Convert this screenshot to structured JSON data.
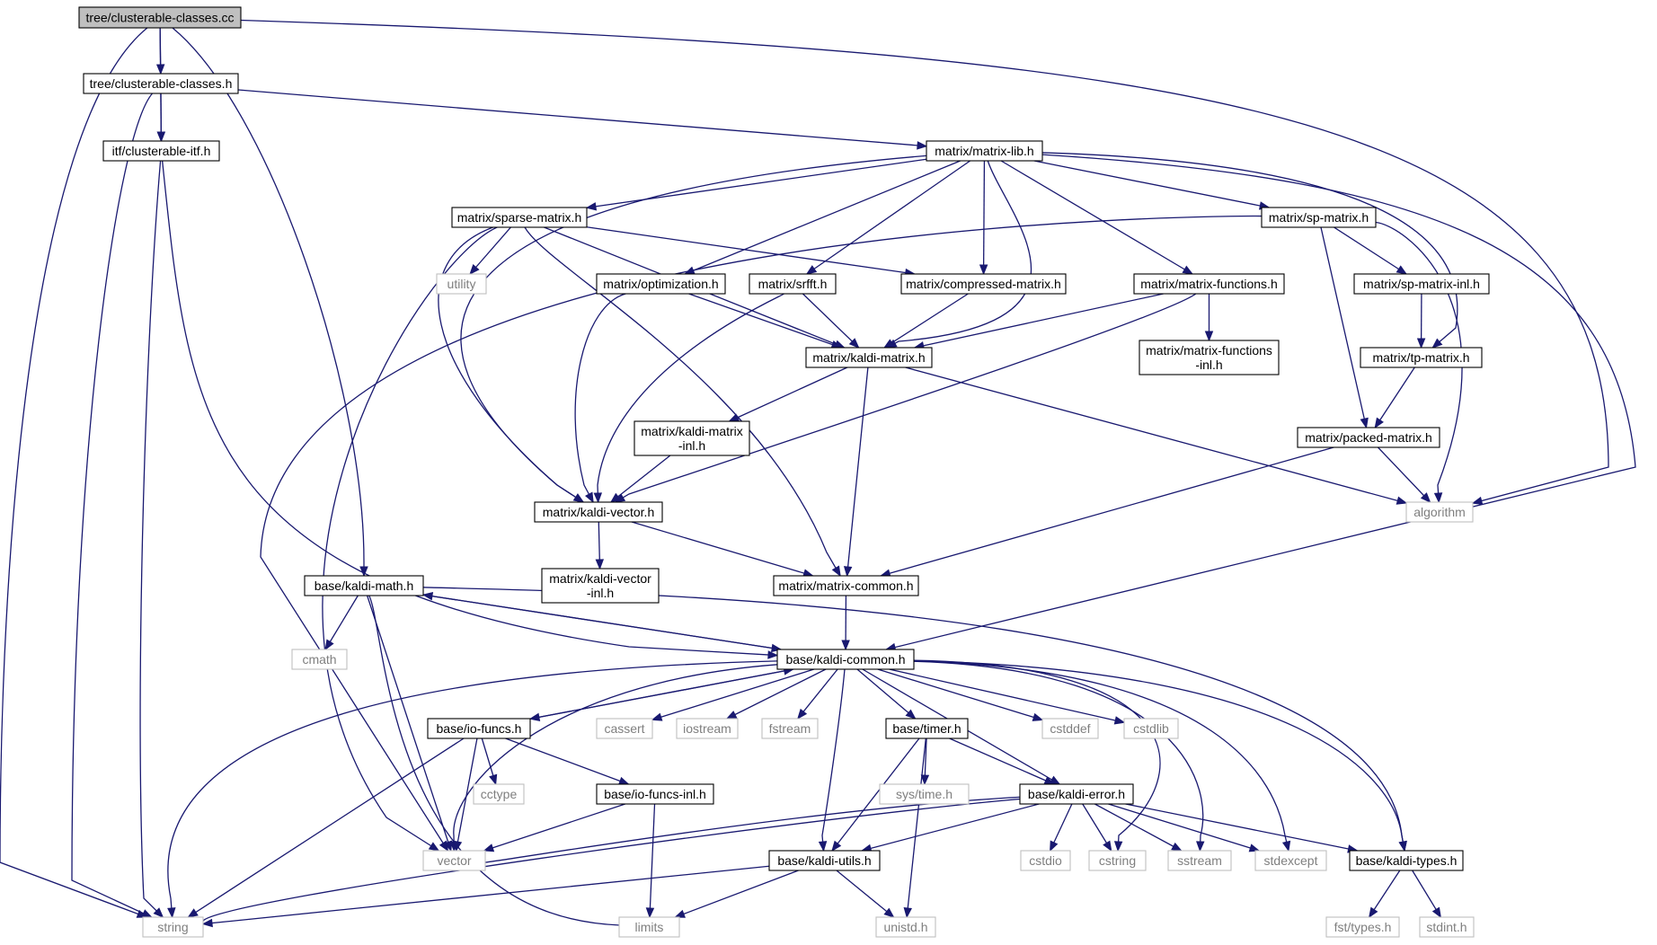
{
  "colors": {
    "edge": "#191970",
    "root_fill": "#bfbfbf",
    "node_border": "#000000",
    "system_border": "#bfbfbf",
    "system_text": "#7f7f7f"
  },
  "nodes": [
    {
      "id": "root",
      "label": "tree/clusterable-classes.cc",
      "kind": "root"
    },
    {
      "id": "cc_h",
      "label": "tree/clusterable-classes.h",
      "kind": "local"
    },
    {
      "id": "itf",
      "label": "itf/clusterable-itf.h",
      "kind": "local"
    },
    {
      "id": "mlib",
      "label": "matrix/matrix-lib.h",
      "kind": "local"
    },
    {
      "id": "sparse",
      "label": "matrix/sparse-matrix.h",
      "kind": "local"
    },
    {
      "id": "spm",
      "label": "matrix/sp-matrix.h",
      "kind": "local"
    },
    {
      "id": "utility",
      "label": "utility",
      "kind": "system"
    },
    {
      "id": "opt",
      "label": "matrix/optimization.h",
      "kind": "local"
    },
    {
      "id": "srfft",
      "label": "matrix/srfft.h",
      "kind": "local"
    },
    {
      "id": "comp",
      "label": "matrix/compressed-matrix.h",
      "kind": "local"
    },
    {
      "id": "mfun",
      "label": "matrix/matrix-functions.h",
      "kind": "local"
    },
    {
      "id": "spinl",
      "label": "matrix/sp-matrix-inl.h",
      "kind": "local"
    },
    {
      "id": "mfuninl",
      "label": [
        "matrix/matrix-functions",
        "-inl.h"
      ],
      "kind": "local"
    },
    {
      "id": "kmat",
      "label": "matrix/kaldi-matrix.h",
      "kind": "local"
    },
    {
      "id": "tpm",
      "label": "matrix/tp-matrix.h",
      "kind": "local"
    },
    {
      "id": "kmatinl",
      "label": [
        "matrix/kaldi-matrix",
        "-inl.h"
      ],
      "kind": "local"
    },
    {
      "id": "packed",
      "label": "matrix/packed-matrix.h",
      "kind": "local"
    },
    {
      "id": "kvec",
      "label": "matrix/kaldi-vector.h",
      "kind": "local"
    },
    {
      "id": "algorithm",
      "label": "algorithm",
      "kind": "system"
    },
    {
      "id": "kmath",
      "label": "base/kaldi-math.h",
      "kind": "local"
    },
    {
      "id": "kvecinl",
      "label": [
        "matrix/kaldi-vector",
        "-inl.h"
      ],
      "kind": "local"
    },
    {
      "id": "mcommon",
      "label": "matrix/matrix-common.h",
      "kind": "local"
    },
    {
      "id": "cmath",
      "label": "cmath",
      "kind": "system"
    },
    {
      "id": "kcommon",
      "label": "base/kaldi-common.h",
      "kind": "local"
    },
    {
      "id": "iofuncs",
      "label": "base/io-funcs.h",
      "kind": "local"
    },
    {
      "id": "cassert",
      "label": "cassert",
      "kind": "system"
    },
    {
      "id": "iostream",
      "label": "iostream",
      "kind": "system"
    },
    {
      "id": "fstream",
      "label": "fstream",
      "kind": "system"
    },
    {
      "id": "timer",
      "label": "base/timer.h",
      "kind": "local"
    },
    {
      "id": "cstddef",
      "label": "cstddef",
      "kind": "system"
    },
    {
      "id": "cstdlib",
      "label": "cstdlib",
      "kind": "system"
    },
    {
      "id": "cctype",
      "label": "cctype",
      "kind": "system"
    },
    {
      "id": "iofuncsinl",
      "label": "base/io-funcs-inl.h",
      "kind": "local"
    },
    {
      "id": "systime",
      "label": "sys/time.h",
      "kind": "system"
    },
    {
      "id": "kerror",
      "label": "base/kaldi-error.h",
      "kind": "local"
    },
    {
      "id": "vector",
      "label": "vector",
      "kind": "system"
    },
    {
      "id": "kutils",
      "label": "base/kaldi-utils.h",
      "kind": "local"
    },
    {
      "id": "cstdio",
      "label": "cstdio",
      "kind": "system"
    },
    {
      "id": "cstring",
      "label": "cstring",
      "kind": "system"
    },
    {
      "id": "sstream",
      "label": "sstream",
      "kind": "system"
    },
    {
      "id": "stdexcept",
      "label": "stdexcept",
      "kind": "system"
    },
    {
      "id": "ktypes",
      "label": "base/kaldi-types.h",
      "kind": "local"
    },
    {
      "id": "string",
      "label": "string",
      "kind": "system"
    },
    {
      "id": "limits",
      "label": "limits",
      "kind": "system"
    },
    {
      "id": "unistd",
      "label": "unistd.h",
      "kind": "system"
    },
    {
      "id": "fsttypes",
      "label": "fst/types.h",
      "kind": "system"
    },
    {
      "id": "stdint",
      "label": "stdint.h",
      "kind": "system"
    }
  ],
  "edges": [
    [
      "root",
      "cc_h"
    ],
    [
      "root",
      "itf"
    ],
    [
      "root",
      "string"
    ],
    [
      "root",
      "kmath"
    ],
    [
      "root",
      "algorithm"
    ],
    [
      "cc_h",
      "itf"
    ],
    [
      "cc_h",
      "mlib"
    ],
    [
      "cc_h",
      "string"
    ],
    [
      "itf",
      "string"
    ],
    [
      "itf",
      "kcommon"
    ],
    [
      "mlib",
      "sparse"
    ],
    [
      "mlib",
      "spm"
    ],
    [
      "mlib",
      "opt"
    ],
    [
      "mlib",
      "srfft"
    ],
    [
      "mlib",
      "comp"
    ],
    [
      "mlib",
      "mfun"
    ],
    [
      "mlib",
      "kmat"
    ],
    [
      "mlib",
      "tpm"
    ],
    [
      "mlib",
      "kvec"
    ],
    [
      "mlib",
      "kcommon"
    ],
    [
      "sparse",
      "utility"
    ],
    [
      "sparse",
      "comp"
    ],
    [
      "sparse",
      "kmat"
    ],
    [
      "sparse",
      "kvec"
    ],
    [
      "sparse",
      "mcommon"
    ],
    [
      "sparse",
      "vector"
    ],
    [
      "spm",
      "spinl"
    ],
    [
      "spm",
      "packed"
    ],
    [
      "spm",
      "algorithm"
    ],
    [
      "spm",
      "vector"
    ],
    [
      "opt",
      "kmat"
    ],
    [
      "opt",
      "kvec"
    ],
    [
      "srfft",
      "kmat"
    ],
    [
      "srfft",
      "kvec"
    ],
    [
      "comp",
      "kmat"
    ],
    [
      "mfun",
      "mfuninl"
    ],
    [
      "mfun",
      "kmat"
    ],
    [
      "mfun",
      "kvec"
    ],
    [
      "spinl",
      "tpm"
    ],
    [
      "tpm",
      "packed"
    ],
    [
      "kmat",
      "kmatinl"
    ],
    [
      "kmat",
      "mcommon"
    ],
    [
      "kmat",
      "algorithm"
    ],
    [
      "kmatinl",
      "kvec"
    ],
    [
      "packed",
      "algorithm"
    ],
    [
      "packed",
      "mcommon"
    ],
    [
      "kvec",
      "kvecinl"
    ],
    [
      "kvec",
      "mcommon"
    ],
    [
      "kmath",
      "cmath"
    ],
    [
      "kmath",
      "vector"
    ],
    [
      "kmath",
      "limits"
    ],
    [
      "kmath",
      "kcommon"
    ],
    [
      "kmath",
      "ktypes"
    ],
    [
      "mcommon",
      "kcommon"
    ],
    [
      "kcommon",
      "kmath"
    ],
    [
      "kcommon",
      "iofuncs"
    ],
    [
      "kcommon",
      "cassert"
    ],
    [
      "kcommon",
      "iostream"
    ],
    [
      "kcommon",
      "fstream"
    ],
    [
      "kcommon",
      "timer"
    ],
    [
      "kcommon",
      "cstddef"
    ],
    [
      "kcommon",
      "cstdlib"
    ],
    [
      "kcommon",
      "kerror"
    ],
    [
      "kcommon",
      "kutils"
    ],
    [
      "kcommon",
      "cstring"
    ],
    [
      "kcommon",
      "sstream"
    ],
    [
      "kcommon",
      "stdexcept"
    ],
    [
      "kcommon",
      "ktypes"
    ],
    [
      "kcommon",
      "string"
    ],
    [
      "kcommon",
      "vector"
    ],
    [
      "iofuncs",
      "kcommon"
    ],
    [
      "iofuncs",
      "cctype"
    ],
    [
      "iofuncs",
      "iofuncsinl"
    ],
    [
      "iofuncs",
      "vector"
    ],
    [
      "iofuncs",
      "string"
    ],
    [
      "iofuncsinl",
      "vector"
    ],
    [
      "iofuncsinl",
      "limits"
    ],
    [
      "timer",
      "systime"
    ],
    [
      "timer",
      "kerror"
    ],
    [
      "timer",
      "kutils"
    ],
    [
      "timer",
      "unistd"
    ],
    [
      "kerror",
      "cstdio"
    ],
    [
      "kerror",
      "cstring"
    ],
    [
      "kerror",
      "sstream"
    ],
    [
      "kerror",
      "stdexcept"
    ],
    [
      "kerror",
      "ktypes"
    ],
    [
      "kerror",
      "kutils"
    ],
    [
      "kerror",
      "vector"
    ],
    [
      "kerror",
      "string"
    ],
    [
      "kutils",
      "string"
    ],
    [
      "kutils",
      "limits"
    ],
    [
      "kutils",
      "unistd"
    ],
    [
      "ktypes",
      "fsttypes"
    ],
    [
      "ktypes",
      "stdint"
    ]
  ]
}
